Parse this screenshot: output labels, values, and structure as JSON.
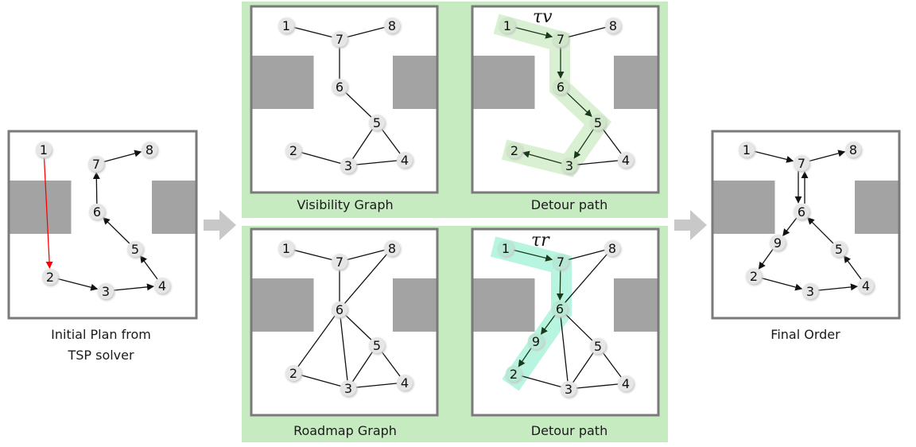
{
  "colors": {
    "panel_green": "#c6ebc0",
    "obstacle": "#a3a3a3",
    "frame": "#7a7a7a",
    "node_fill": "#e6e6e6",
    "edge": "#111111",
    "invalid_edge": "#ff0000",
    "path_arrow": "#1b3a1b",
    "highlight_visibility": "#d9f0d3",
    "highlight_roadmap": "#b8f5e0",
    "flow_arrow": "#c8c8c8"
  },
  "panels": {
    "initial": {
      "caption_line1": "Initial Plan from",
      "caption_line2": "TSP solver",
      "nodes": [
        "1",
        "2",
        "3",
        "4",
        "5",
        "6",
        "7",
        "8"
      ],
      "directed_edges": [
        [
          "1",
          "2",
          "invalid"
        ],
        [
          "2",
          "3"
        ],
        [
          "3",
          "4"
        ],
        [
          "4",
          "5"
        ],
        [
          "5",
          "6"
        ],
        [
          "6",
          "7"
        ],
        [
          "7",
          "8"
        ]
      ]
    },
    "visibility_graph": {
      "caption": "Visibility Graph",
      "nodes": [
        "1",
        "2",
        "3",
        "4",
        "5",
        "6",
        "7",
        "8"
      ],
      "edges": [
        [
          "1",
          "7"
        ],
        [
          "7",
          "8"
        ],
        [
          "7",
          "6"
        ],
        [
          "6",
          "5"
        ],
        [
          "5",
          "3"
        ],
        [
          "5",
          "4"
        ],
        [
          "2",
          "3"
        ],
        [
          "3",
          "4"
        ]
      ]
    },
    "visibility_detour": {
      "caption": "Detour path",
      "path_label": "τv",
      "nodes": [
        "1",
        "2",
        "3",
        "4",
        "5",
        "6",
        "7",
        "8"
      ],
      "path": [
        "1",
        "7",
        "6",
        "5",
        "3",
        "2"
      ],
      "other_edges": [
        [
          "7",
          "8"
        ],
        [
          "5",
          "4"
        ],
        [
          "3",
          "4"
        ]
      ]
    },
    "roadmap_graph": {
      "caption": "Roadmap Graph",
      "nodes": [
        "1",
        "2",
        "3",
        "4",
        "5",
        "6",
        "7",
        "8"
      ],
      "edges": [
        [
          "1",
          "7"
        ],
        [
          "7",
          "8"
        ],
        [
          "7",
          "6"
        ],
        [
          "8",
          "6"
        ],
        [
          "6",
          "2"
        ],
        [
          "6",
          "3"
        ],
        [
          "6",
          "5"
        ],
        [
          "5",
          "3"
        ],
        [
          "5",
          "4"
        ],
        [
          "2",
          "3"
        ],
        [
          "3",
          "4"
        ]
      ]
    },
    "roadmap_detour": {
      "caption": "Detour path",
      "path_label": "τr",
      "nodes": [
        "1",
        "2",
        "3",
        "4",
        "5",
        "6",
        "7",
        "8",
        "9"
      ],
      "path": [
        "1",
        "7",
        "6",
        "9",
        "2"
      ],
      "other_edges": [
        [
          "7",
          "8"
        ],
        [
          "8",
          "6"
        ],
        [
          "6",
          "3"
        ],
        [
          "6",
          "5"
        ],
        [
          "5",
          "3"
        ],
        [
          "5",
          "4"
        ],
        [
          "2",
          "3"
        ],
        [
          "3",
          "4"
        ]
      ]
    },
    "final": {
      "caption": "Final Order",
      "nodes": [
        "1",
        "2",
        "3",
        "4",
        "5",
        "6",
        "7",
        "8",
        "9"
      ],
      "order": [
        "1",
        "7",
        "6",
        "9",
        "2",
        "3",
        "4",
        "5",
        "6",
        "7",
        "8"
      ]
    }
  }
}
